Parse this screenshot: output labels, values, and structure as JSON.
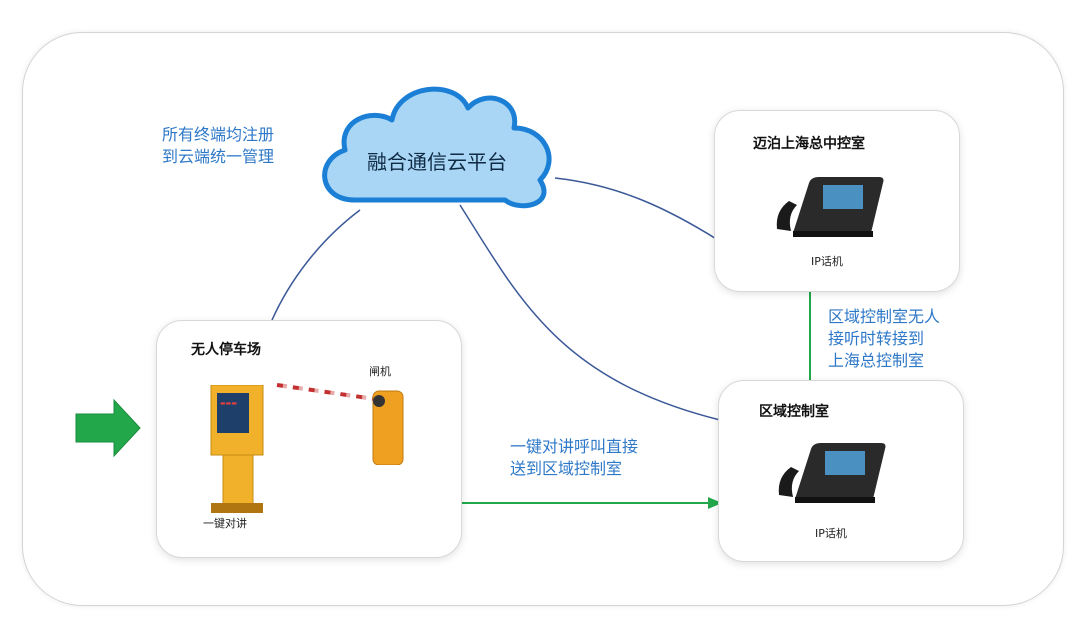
{
  "cloud": {
    "label": "融合通信云平台"
  },
  "notes": {
    "register": [
      "所有终端均注册",
      "到云端统一管理"
    ],
    "forward": [
      "区域控制室无人",
      "接听时转接到",
      "上海总控制室"
    ],
    "call": [
      "一键对讲呼叫直接",
      "送到区域控制室"
    ]
  },
  "parking": {
    "title": "无人停车场",
    "gate_label": "闸机",
    "intercom_label": "一键对讲"
  },
  "hq_room": {
    "title": "迈泊上海总中控室",
    "phone_label": "IP话机"
  },
  "region_room": {
    "title": "区域控制室",
    "phone_label": "IP话机"
  },
  "colors": {
    "note_blue": "#2e78c8",
    "cloud_fill": "#a9d6f5",
    "cloud_stroke": "#1c7fd6",
    "green_arrow": "#22a84a",
    "link_blue": "#3b5998"
  }
}
